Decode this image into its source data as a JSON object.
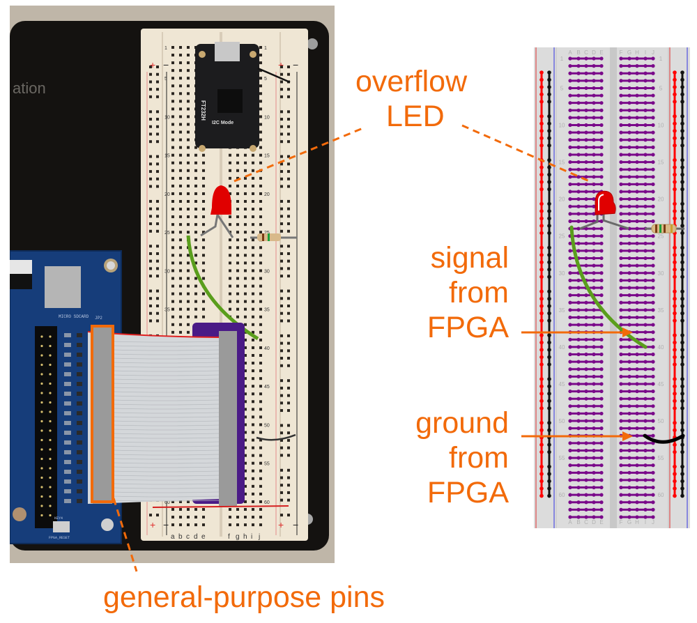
{
  "annotations": {
    "overflow_led": {
      "line1": "overflow",
      "line2": "LED"
    },
    "signal": {
      "line1": "signal",
      "line2": "from",
      "line3": "FPGA"
    },
    "ground": {
      "line1": "ground",
      "line2": "from",
      "line3": "FPGA"
    },
    "gpio": {
      "text": "general-purpose pins"
    }
  },
  "photo": {
    "panel_text": "ation",
    "breakout_label": "I2C Mode",
    "breakout_chip": "FT232H",
    "sd_label": "MICRO SDCARD",
    "header_label": "JP2",
    "button_label": "FPGA_RESET",
    "button_ref": "KEY4",
    "breadboard_col_labels_left": [
      "a",
      "b",
      "c",
      "d",
      "e"
    ],
    "breadboard_col_labels_right": [
      "f",
      "g",
      "h",
      "i",
      "j"
    ],
    "breadboard_row_labels": [
      "1",
      "5",
      "10",
      "15",
      "20",
      "25",
      "30",
      "35",
      "40",
      "45",
      "50",
      "55",
      "60"
    ],
    "rail_plus": "+",
    "rail_minus": "−"
  },
  "diagram": {
    "rows": 63,
    "col_labels_left": [
      "A",
      "B",
      "C",
      "D",
      "E"
    ],
    "col_labels_right": [
      "F",
      "G",
      "H",
      "I",
      "J"
    ],
    "row_labels": [
      "1",
      "5",
      "10",
      "15",
      "20",
      "25",
      "30",
      "35",
      "40",
      "45",
      "50",
      "55",
      "60"
    ],
    "led_row": 21,
    "resistor_row": 24,
    "signal_wire": {
      "from_row": 24,
      "to_row": 40,
      "color": "#5a9e1c"
    },
    "ground_wire": {
      "row": 52,
      "color": "#000000"
    }
  },
  "colors": {
    "annotation": "#f26a0a",
    "strip": "#7a0a8a",
    "rail_positive": "#ff0000",
    "rail_negative": "#111111",
    "board": "#dcdcdc",
    "led": "#e00000"
  }
}
